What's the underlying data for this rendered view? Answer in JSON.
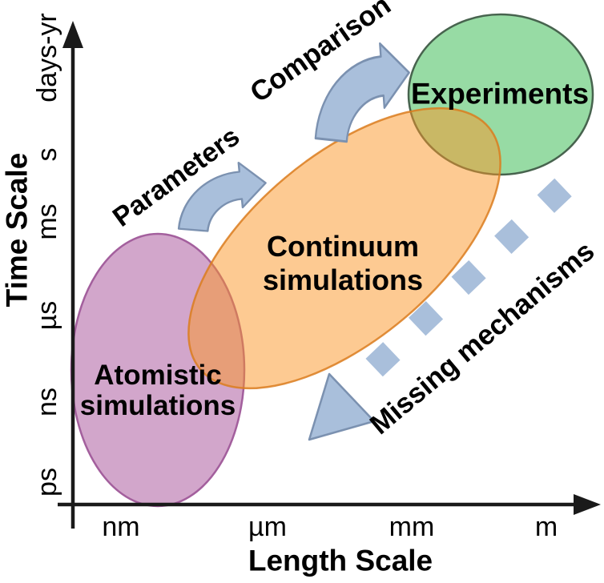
{
  "axes": {
    "y": {
      "title": "Time Scale",
      "labels": [
        "ps",
        "ns",
        "µs",
        "ms",
        "s",
        "days-yr"
      ]
    },
    "x": {
      "title": "Length Scale",
      "labels": [
        "nm",
        "µm",
        "mm",
        "m"
      ]
    }
  },
  "regions": {
    "atomistic": {
      "line1": "Atomistic",
      "line2": "simulations",
      "fill": "#d2a6cb",
      "stroke": "#a35f9d"
    },
    "continuum": {
      "line1": "Continuum",
      "line2": "simulations",
      "fill": "rgba(251,149,37,0.5)",
      "stroke": "rgba(219,124,30,0.85)"
    },
    "experiments": {
      "label": "Experiments",
      "fill": "#97dba4",
      "stroke": "#47634e"
    }
  },
  "arrows": {
    "parameters": {
      "label": "Parameters"
    },
    "comparison": {
      "label": "Comparison"
    },
    "missing_mechanisms": {
      "label": "Missing mechanisms"
    },
    "fill": "#a9bfdb",
    "stroke": "#7b91b0"
  },
  "axis_color": "#1a1a1a"
}
